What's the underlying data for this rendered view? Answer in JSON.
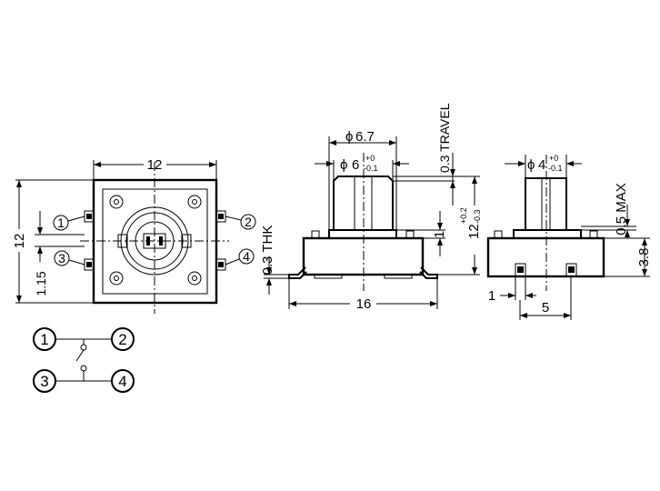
{
  "top_view": {
    "width_dim": "12",
    "height_dim": "12",
    "pin_offset_dim": "1.15",
    "pins": [
      "1",
      "2",
      "3",
      "4"
    ]
  },
  "front_view": {
    "cap_diameter_dim": "6.7",
    "stem_diameter_dim": "6",
    "stem_tol_plus": "+0",
    "stem_tol_minus": "-0.1",
    "travel_dim": "0.3 TRAVEL",
    "thickness_dim": "0.3 THK",
    "step_dim": "1",
    "length_dim": "16",
    "height_dim": "12",
    "height_tol_plus": "+0.2",
    "height_tol_minus": "-0.3"
  },
  "side_view": {
    "stem_diameter_dim": "4",
    "stem_tol_plus": "+0",
    "stem_tol_minus": "-0.1",
    "max_dim": "0.5 MAX",
    "body_height_dim": "3.8",
    "lead_width_dim": "1",
    "pitch_dim": "5"
  },
  "schematic": {
    "pins": [
      "1",
      "2",
      "3",
      "4"
    ]
  },
  "symbols": {
    "phi": "ϕ"
  }
}
